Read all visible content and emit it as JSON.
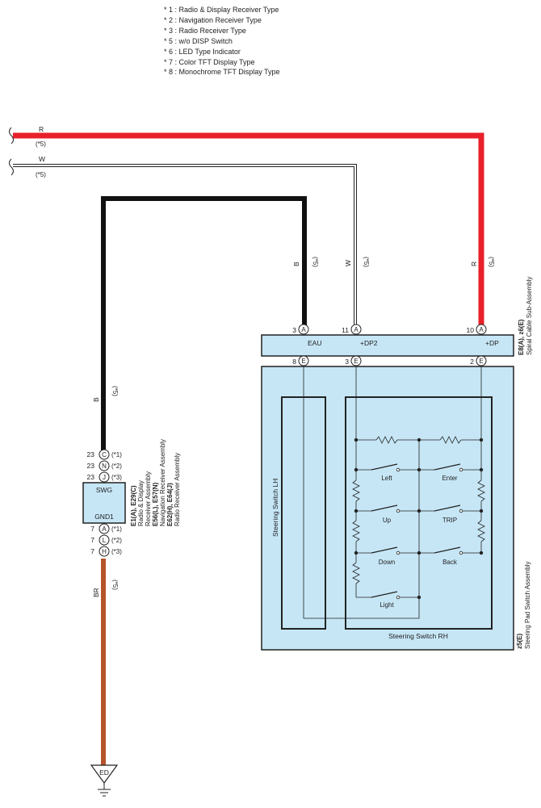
{
  "legend": [
    "* 1 : Radio & Display Receiver Type",
    "* 2 : Navigation Receiver Type",
    "* 3 : Radio Receiver Type",
    "* 5 : w/o DISP Switch",
    "* 6 : LED Type Indicator",
    "* 7 : Color TFT Display Type",
    "* 8 : Monochrome TFT Display Type"
  ],
  "wires": {
    "top_red": {
      "color_code": "R",
      "note": "(*5)",
      "color": "#e8202a"
    },
    "top_white": {
      "color_code": "W",
      "note": "(*5)",
      "color": "#ffffff"
    },
    "black": {
      "color_code": "B",
      "note": "(*5)",
      "color": "#111111"
    },
    "brown": {
      "color_code": "BR",
      "note": "(*5)",
      "color": "#b5542a"
    },
    "red_vertical": {
      "color_code": "R",
      "note": "(*5)"
    },
    "white_vertical": {
      "color_code": "W",
      "note": "(*5)"
    },
    "black_vertical": {
      "color_code": "B",
      "note": "(*5)"
    }
  },
  "receiver": {
    "top_pins": [
      {
        "num": "23",
        "conn": "C",
        "note": "(*1)"
      },
      {
        "num": "23",
        "conn": "N",
        "note": "(*2)"
      },
      {
        "num": "23",
        "conn": "J",
        "note": "(*3)"
      }
    ],
    "bottom_pins": [
      {
        "num": "7",
        "conn": "A",
        "note": "(*1)"
      },
      {
        "num": "7",
        "conn": "L",
        "note": "(*2)"
      },
      {
        "num": "7",
        "conn": "H",
        "note": "(*3)"
      }
    ],
    "terminal_top": "SWG",
    "terminal_bottom": "GND1",
    "labels": [
      {
        "text": "E1(A), E29(C)",
        "bold": true
      },
      {
        "text": "Radio & Display",
        "bold": false
      },
      {
        "text": "Receiver Assembly",
        "bold": false
      },
      {
        "text": "E56(L), E57(N)",
        "bold": true
      },
      {
        "text": "Navigation Receiver Assembly",
        "bold": false
      },
      {
        "text": "E62(H), E64(J)",
        "bold": true
      },
      {
        "text": "Radio Receiver Assembly",
        "bold": false
      }
    ]
  },
  "spiral_cable": {
    "top_pins": [
      {
        "num": "3",
        "conn": "A",
        "term": "EAU"
      },
      {
        "num": "11",
        "conn": "A",
        "term": "+DP2"
      },
      {
        "num": "10",
        "conn": "A",
        "term": "+DP"
      }
    ],
    "bottom_pins": [
      {
        "num": "8",
        "conn": "E"
      },
      {
        "num": "3",
        "conn": "E"
      },
      {
        "num": "2",
        "conn": "E"
      }
    ],
    "label_code": "E8(A), z6(E)",
    "label_name": "Spiral Cable Sub-Assembly"
  },
  "steering_pad": {
    "label_code": "z5(E)",
    "label_name": "Steering Pad Switch Assembly",
    "lh_label": "Steering Switch LH",
    "rh_label": "Steering Switch RH",
    "switches": [
      "Left",
      "Enter",
      "Up",
      "TRIP",
      "Down",
      "Back",
      "Light"
    ]
  },
  "ground": {
    "label": "ED"
  }
}
